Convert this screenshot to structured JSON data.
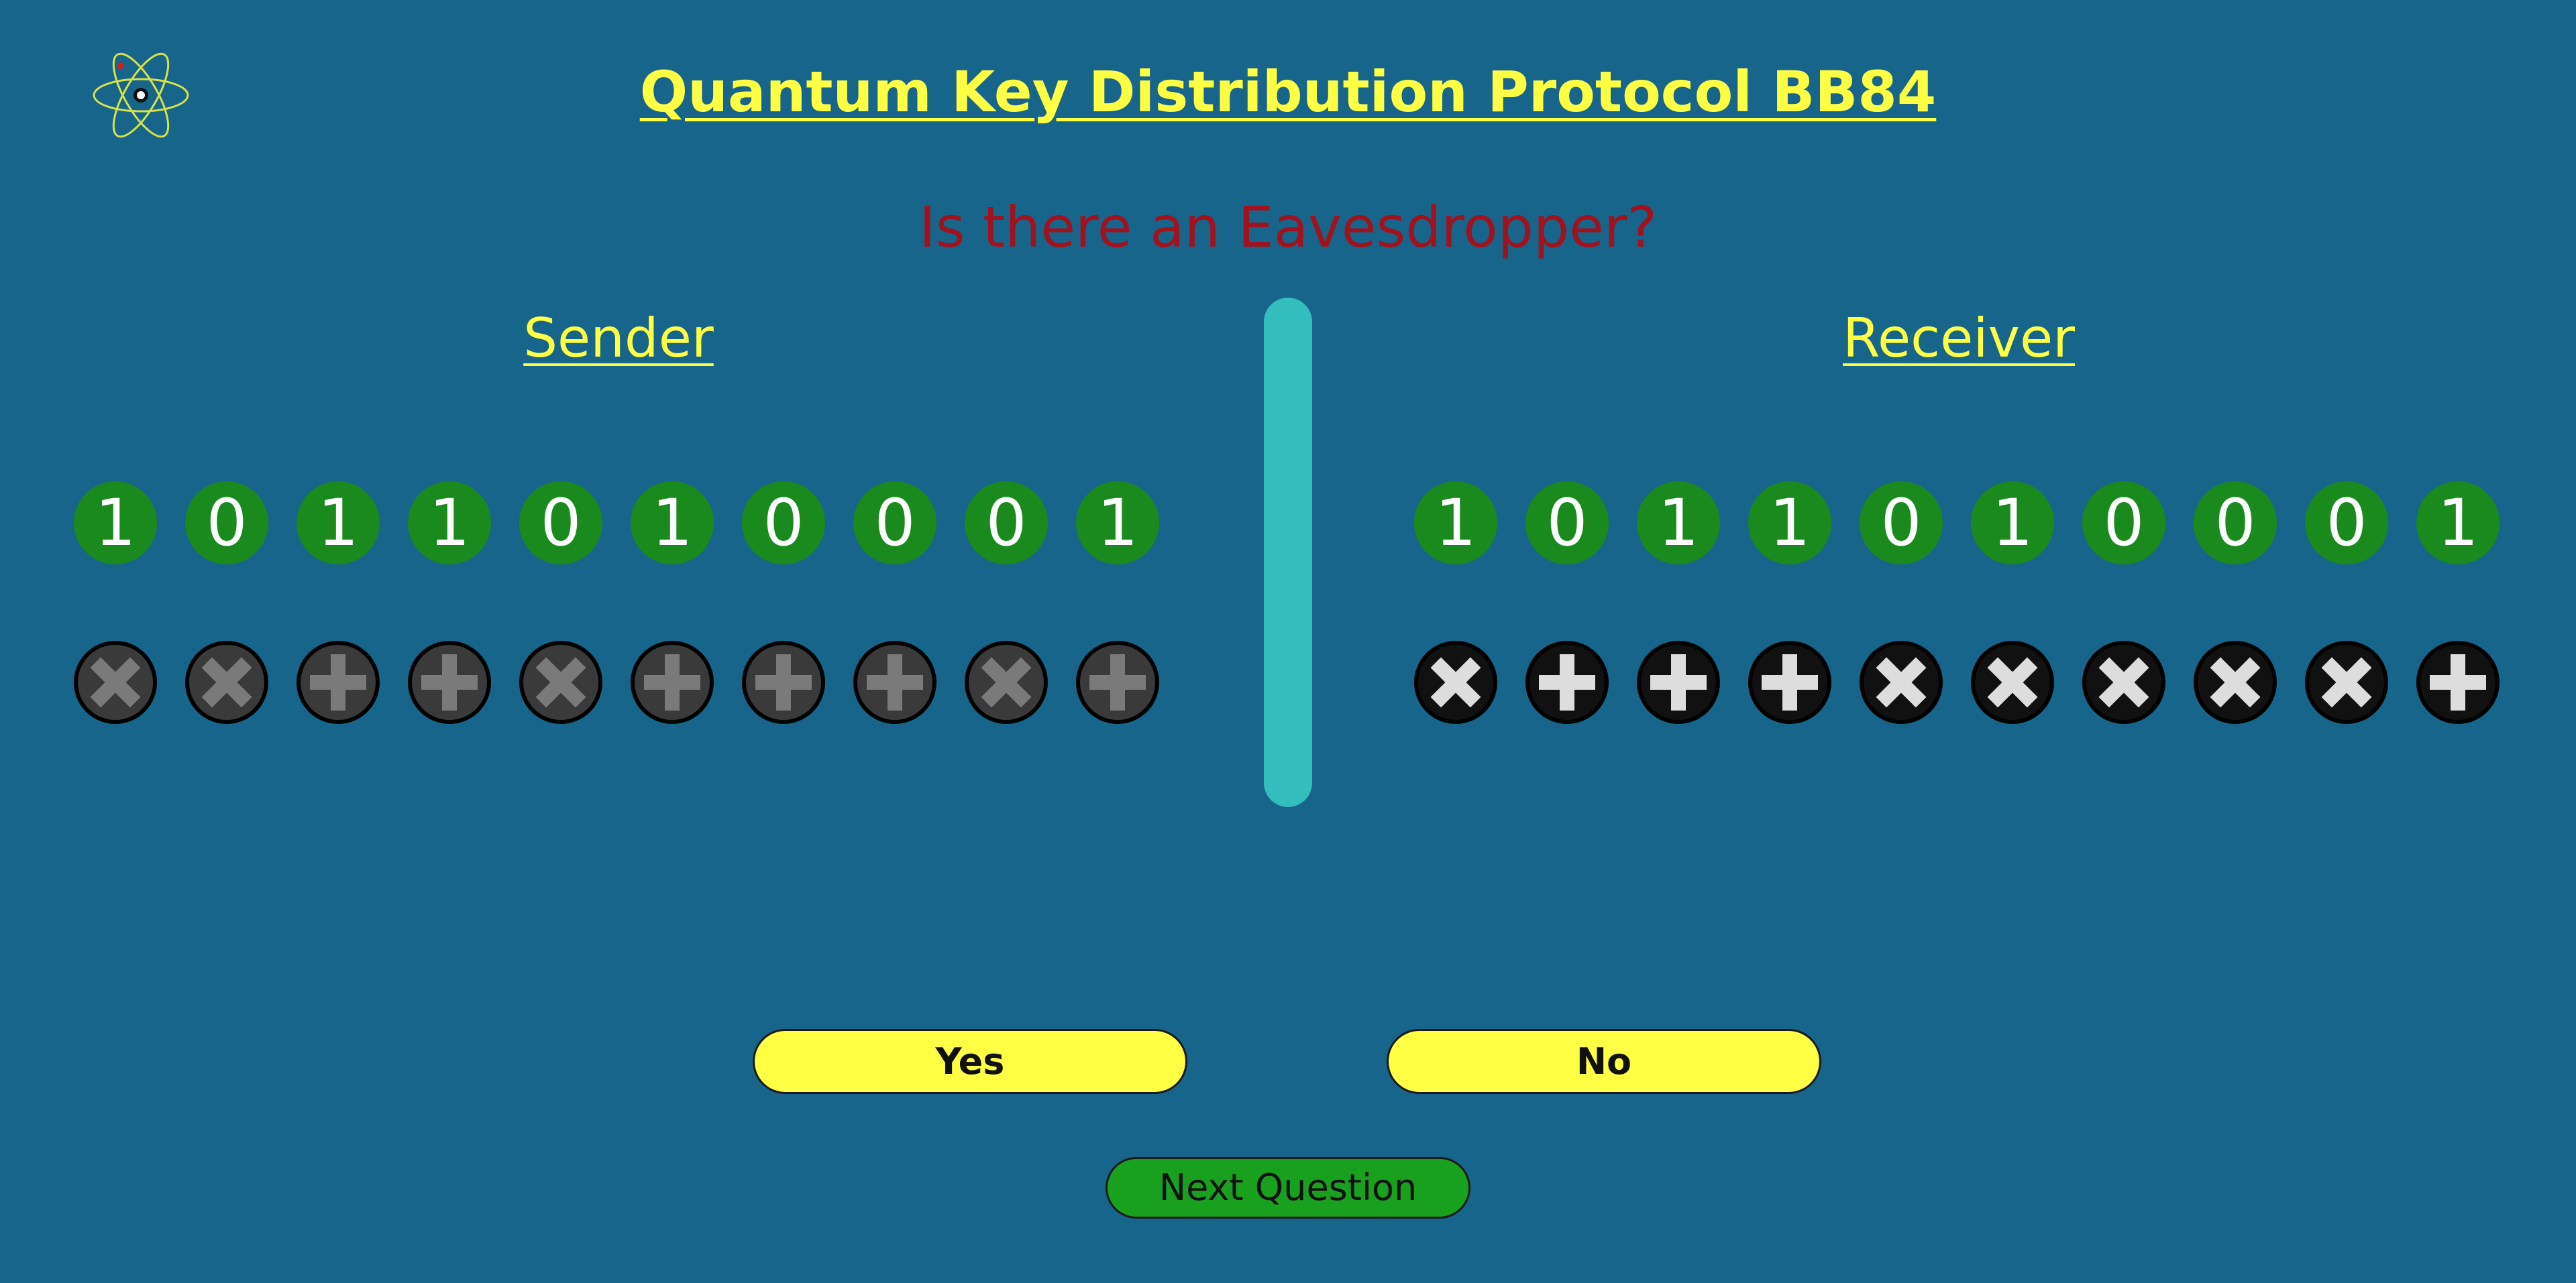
{
  "header": {
    "logo_icon": "atom-icon",
    "title": "Quantum Key Distribution Protocol BB84",
    "question": "Is there an Eavesdropper?"
  },
  "sender": {
    "heading": "Sender",
    "bits": [
      "1",
      "0",
      "1",
      "1",
      "0",
      "1",
      "0",
      "0",
      "0",
      "1"
    ],
    "bases": [
      "x",
      "x",
      "+",
      "+",
      "x",
      "+",
      "+",
      "+",
      "x",
      "+"
    ]
  },
  "receiver": {
    "heading": "Receiver",
    "bits": [
      "1",
      "0",
      "1",
      "1",
      "0",
      "1",
      "0",
      "0",
      "0",
      "1"
    ],
    "bases": [
      "x",
      "+",
      "+",
      "+",
      "x",
      "x",
      "x",
      "x",
      "x",
      "+"
    ]
  },
  "buttons": {
    "yes": "Yes",
    "no": "No",
    "next": "Next Question"
  },
  "colors": {
    "background": "#17658a",
    "title": "#ffff44",
    "question": "#a0131e",
    "bit": "#1a8a1e",
    "divider": "#33bdbd",
    "answer_button": "#ffff44",
    "next_button": "#1aa01f"
  }
}
